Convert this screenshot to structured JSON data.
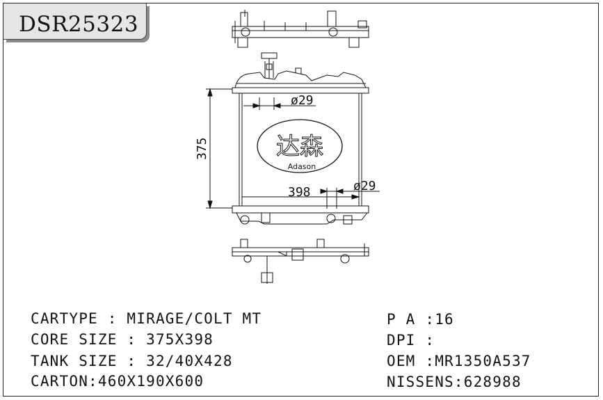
{
  "code": "DSR25323",
  "drawing": {
    "dim_inlet": "ø29",
    "dim_outlet": "ø29",
    "dim_height": "375",
    "dim_width": "398",
    "logo_chinese": "达森",
    "logo_latin": "Adason"
  },
  "specs_left": [
    "CARTYPE : MIRAGE/COLT MT",
    "CORE SIZE : 375X398",
    "TANK SIZE : 32/40X428",
    "CARTON:460X190X600"
  ],
  "specs_right": [
    "P A :16",
    "DPI :",
    "OEM :MR1350A537",
    "NISSENS:628988"
  ]
}
